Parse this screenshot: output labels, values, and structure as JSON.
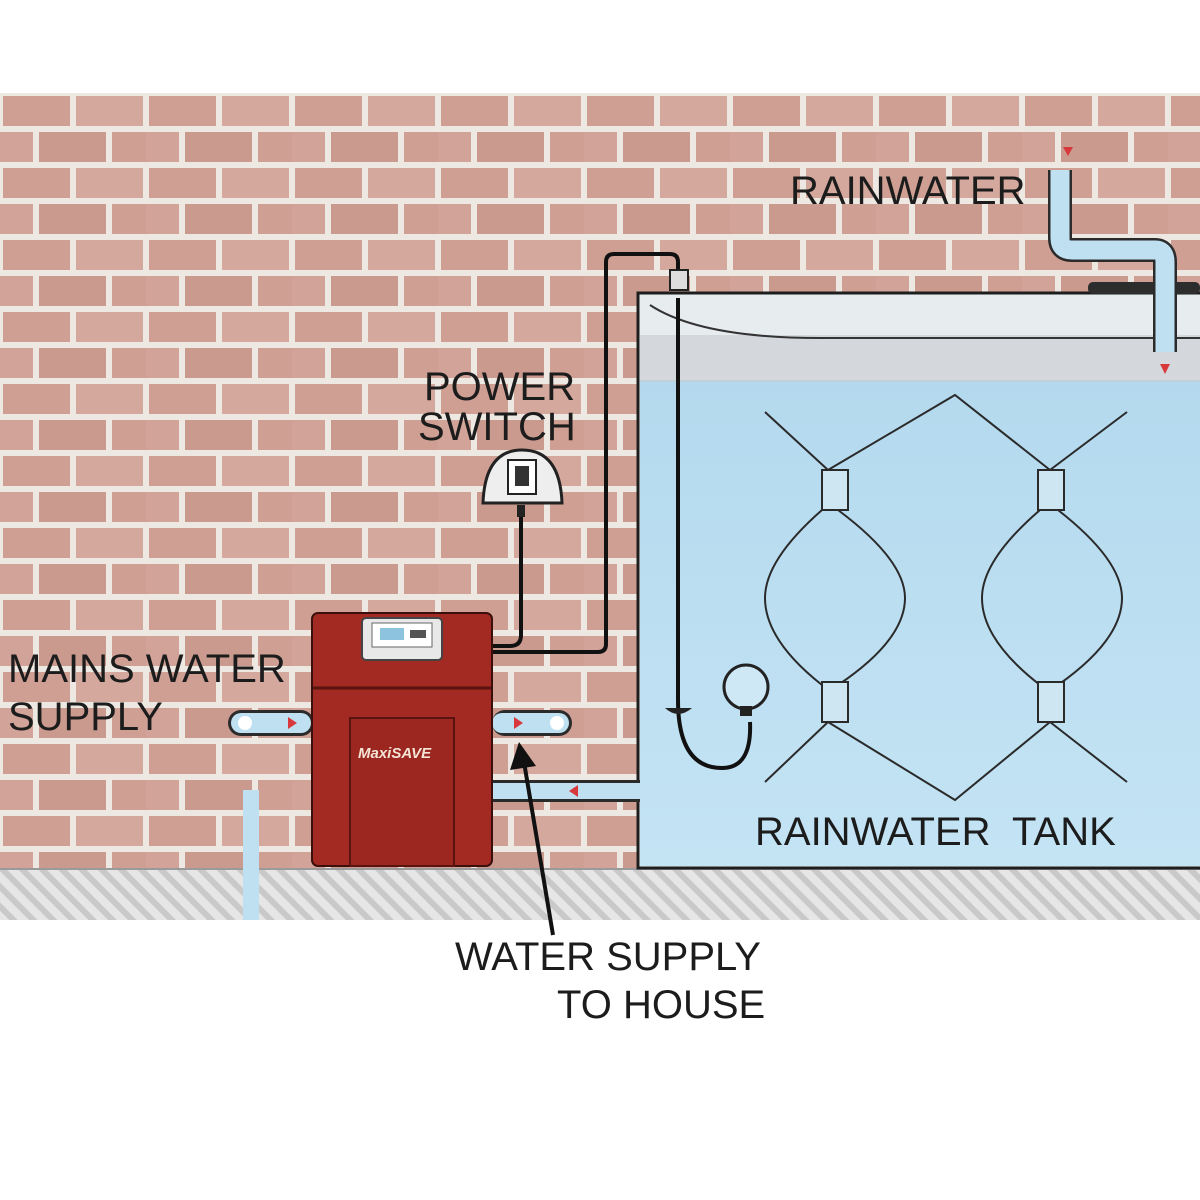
{
  "labels": {
    "rainwater": "RAINWATER",
    "power_switch_line1": "POWER",
    "power_switch_line2": "SWITCH",
    "mains_water_line1": "MAINS WATER",
    "mains_water_line2": "SUPPLY",
    "rainwater_tank": "RAINWATER  TANK",
    "water_supply_line1": "WATER SUPPLY",
    "water_supply_line2": "TO HOUSE"
  },
  "unit_brand": "MaxiSAVE",
  "colors": {
    "brick": "#cf9f94",
    "mortar": "#eee8e3",
    "unit_red": "#a32a22",
    "tank_water": "#b7dcef",
    "pipe_blue": "#bfe0f0",
    "flow_arrow": "#d8383c"
  }
}
